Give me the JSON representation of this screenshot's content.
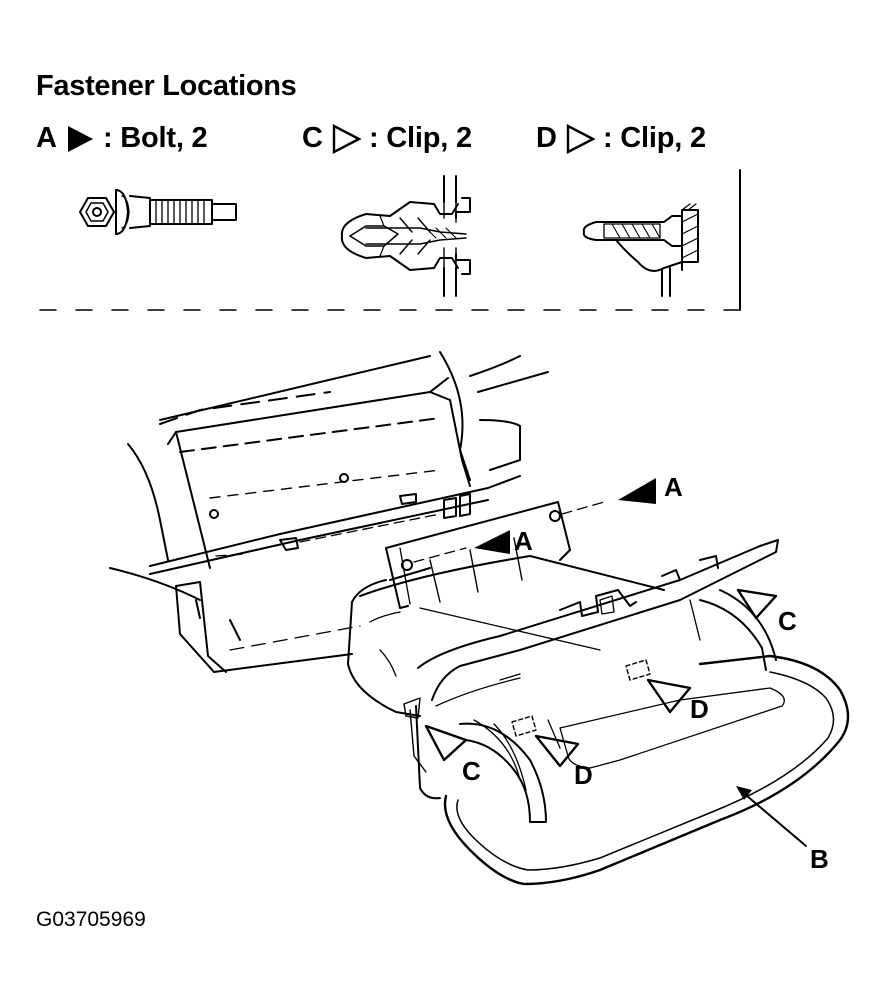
{
  "header": {
    "title": "Fastener Locations"
  },
  "legend": [
    {
      "letter": "A",
      "symbol": "filled-triangle-icon",
      "text": ": Bolt, 2"
    },
    {
      "letter": "C",
      "symbol": "outline-triangle-icon",
      "text": ": Clip, 2"
    },
    {
      "letter": "D",
      "symbol": "outline-triangle-icon",
      "text": ": Clip, 2"
    }
  ],
  "callouts": {
    "a1": "A",
    "a2": "A",
    "c1": "C",
    "c2": "C",
    "d1": "D",
    "d2": "D",
    "b": "B"
  },
  "figure_id": "G03705969"
}
